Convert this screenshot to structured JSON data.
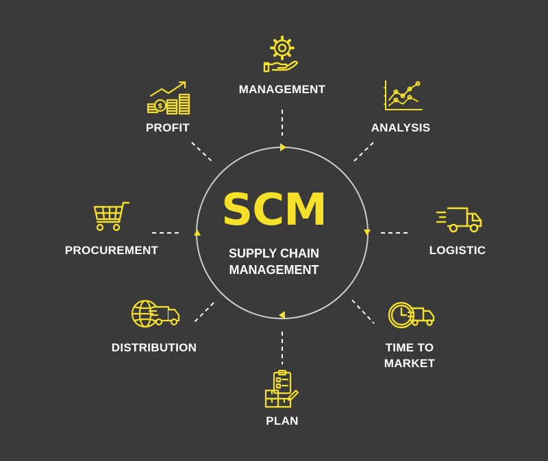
{
  "center": {
    "title": "SCM",
    "subtitle_line1": "SUPPLY CHAIN",
    "subtitle_line2": "MANAGEMENT"
  },
  "colors": {
    "background": "#3a3a3a",
    "accent": "#f5e02a",
    "text": "#ffffff",
    "ring": "#cfcfcf"
  },
  "nodes": {
    "management": {
      "label": "MANAGEMENT",
      "icon": "gear-hand-icon"
    },
    "analysis": {
      "label": "ANALYSIS",
      "icon": "line-chart-icon"
    },
    "logistic": {
      "label": "LOGISTIC",
      "icon": "delivery-truck-icon"
    },
    "time_to_market": {
      "label_line1": "TIME TO",
      "label_line2": "MARKET",
      "icon": "clock-truck-icon"
    },
    "plan": {
      "label": "PLAN",
      "icon": "clipboard-boxes-icon"
    },
    "distribution": {
      "label": "DISTRIBUTION",
      "icon": "globe-truck-icon"
    },
    "procurement": {
      "label": "PROCUREMENT",
      "icon": "shopping-cart-icon"
    },
    "profit": {
      "label": "PROFIT",
      "icon": "coins-growth-icon"
    }
  }
}
